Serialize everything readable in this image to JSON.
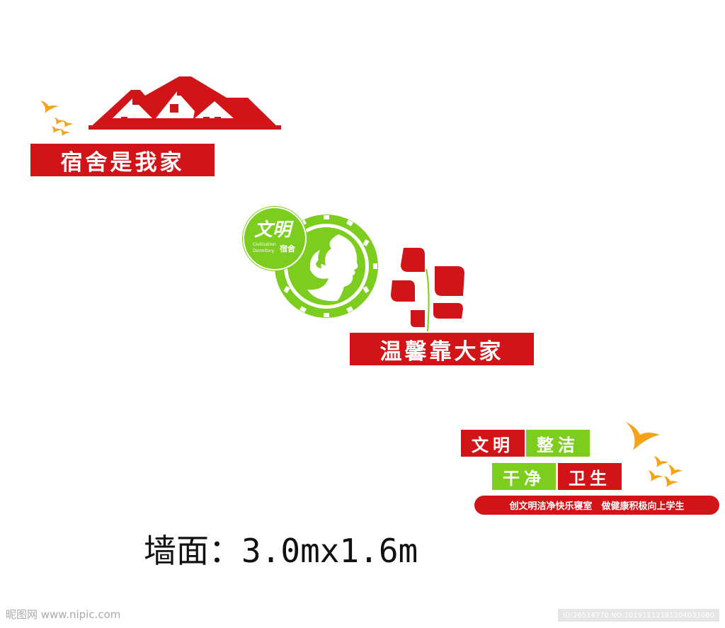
{
  "panel1": {
    "title": "宿舍是我家"
  },
  "panel2": {
    "title": "温馨靠大家",
    "badge_main": "文明",
    "badge_sub": "宿舍",
    "badge_en_line1": "Civilization",
    "badge_en_line2": "Dormitory"
  },
  "panel3": {
    "tiles": [
      "文明",
      "整洁",
      "干净",
      "卫生"
    ],
    "slogan": "创文明洁净快乐寝室　做健康积极向上学生"
  },
  "wall_note": "墙面：3.0mx1.6m",
  "watermark": {
    "left": "昵图网 www.nipic.com",
    "right": "ID:26514770 NO:20191112181204033080"
  },
  "colors": {
    "red": "#d01418",
    "green": "#7ccd1e",
    "orange": "#f5a21b"
  }
}
